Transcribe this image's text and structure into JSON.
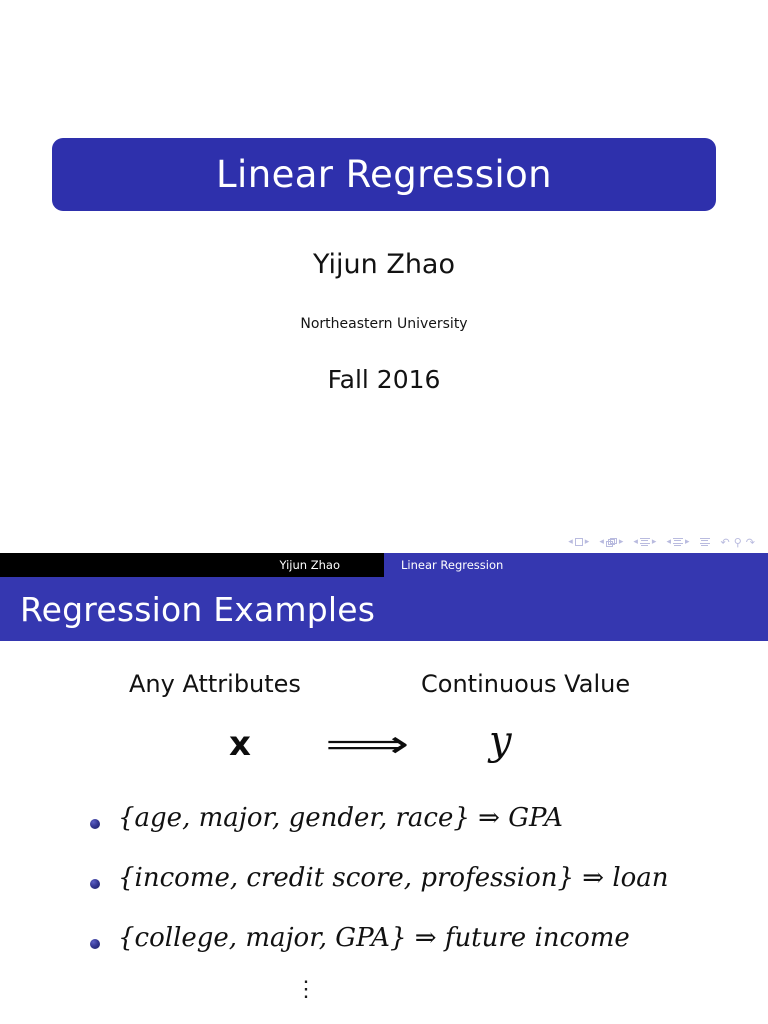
{
  "slide_title": {
    "title": "Linear Regression",
    "author": "Yijun Zhao",
    "institute": "Northeastern University",
    "date": "Fall 2016"
  },
  "navigation_symbols": {
    "slide_prev": "◂",
    "slide_next": "▸",
    "frame_prev": "◂",
    "frame_next": "▸",
    "subsection_prev": "◂",
    "subsection_next": "▸",
    "section_prev": "◂",
    "section_next": "▸",
    "back": "↶",
    "search": "⚲",
    "forward": "↷"
  },
  "footer": {
    "author": "Yijun Zhao",
    "title": "Linear Regression"
  },
  "slide_content": {
    "frame_title": "Regression Examples",
    "mapping": {
      "input_label": "Any Attributes",
      "output_label": "Continuous Value",
      "input_symbol": "x",
      "arrow": "⟹",
      "output_symbol": "y"
    },
    "examples": [
      "{age, major, gender, race} ⇒ GPA",
      "{income, credit score, profession} ⇒ loan",
      "{college, major, GPA} ⇒ future income"
    ],
    "continuation": "⋮"
  },
  "colors": {
    "beamer_blue": "#3537B0",
    "title_box_blue": "#2E30AC",
    "footer_black": "#000000",
    "nav_symbol_gray": "#b9bbdf",
    "bullet_navy": "#343792"
  }
}
